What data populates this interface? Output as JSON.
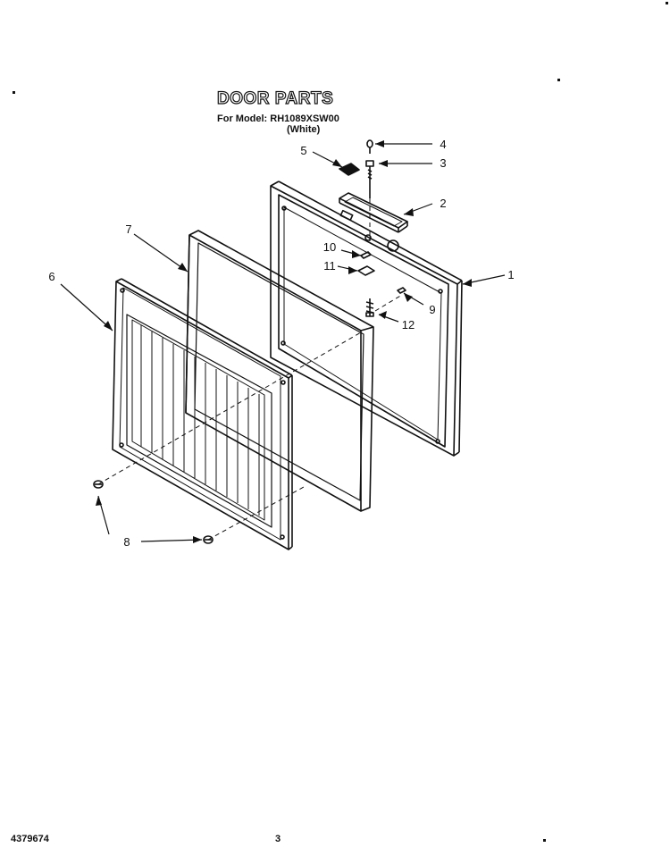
{
  "header": {
    "title": "DOOR PARTS",
    "model_line": "For Model: RH1089XSW00",
    "color_line": "(White)"
  },
  "callouts": [
    {
      "id": "1",
      "label": "1"
    },
    {
      "id": "2",
      "label": "2"
    },
    {
      "id": "3",
      "label": "3"
    },
    {
      "id": "4",
      "label": "4"
    },
    {
      "id": "5",
      "label": "5"
    },
    {
      "id": "6",
      "label": "6"
    },
    {
      "id": "7",
      "label": "7"
    },
    {
      "id": "8",
      "label": "8"
    },
    {
      "id": "9",
      "label": "9"
    },
    {
      "id": "10",
      "label": "10"
    },
    {
      "id": "11",
      "label": "11"
    },
    {
      "id": "12",
      "label": "12"
    }
  ],
  "footer": {
    "part_number": "4379674",
    "page_number": "3"
  }
}
